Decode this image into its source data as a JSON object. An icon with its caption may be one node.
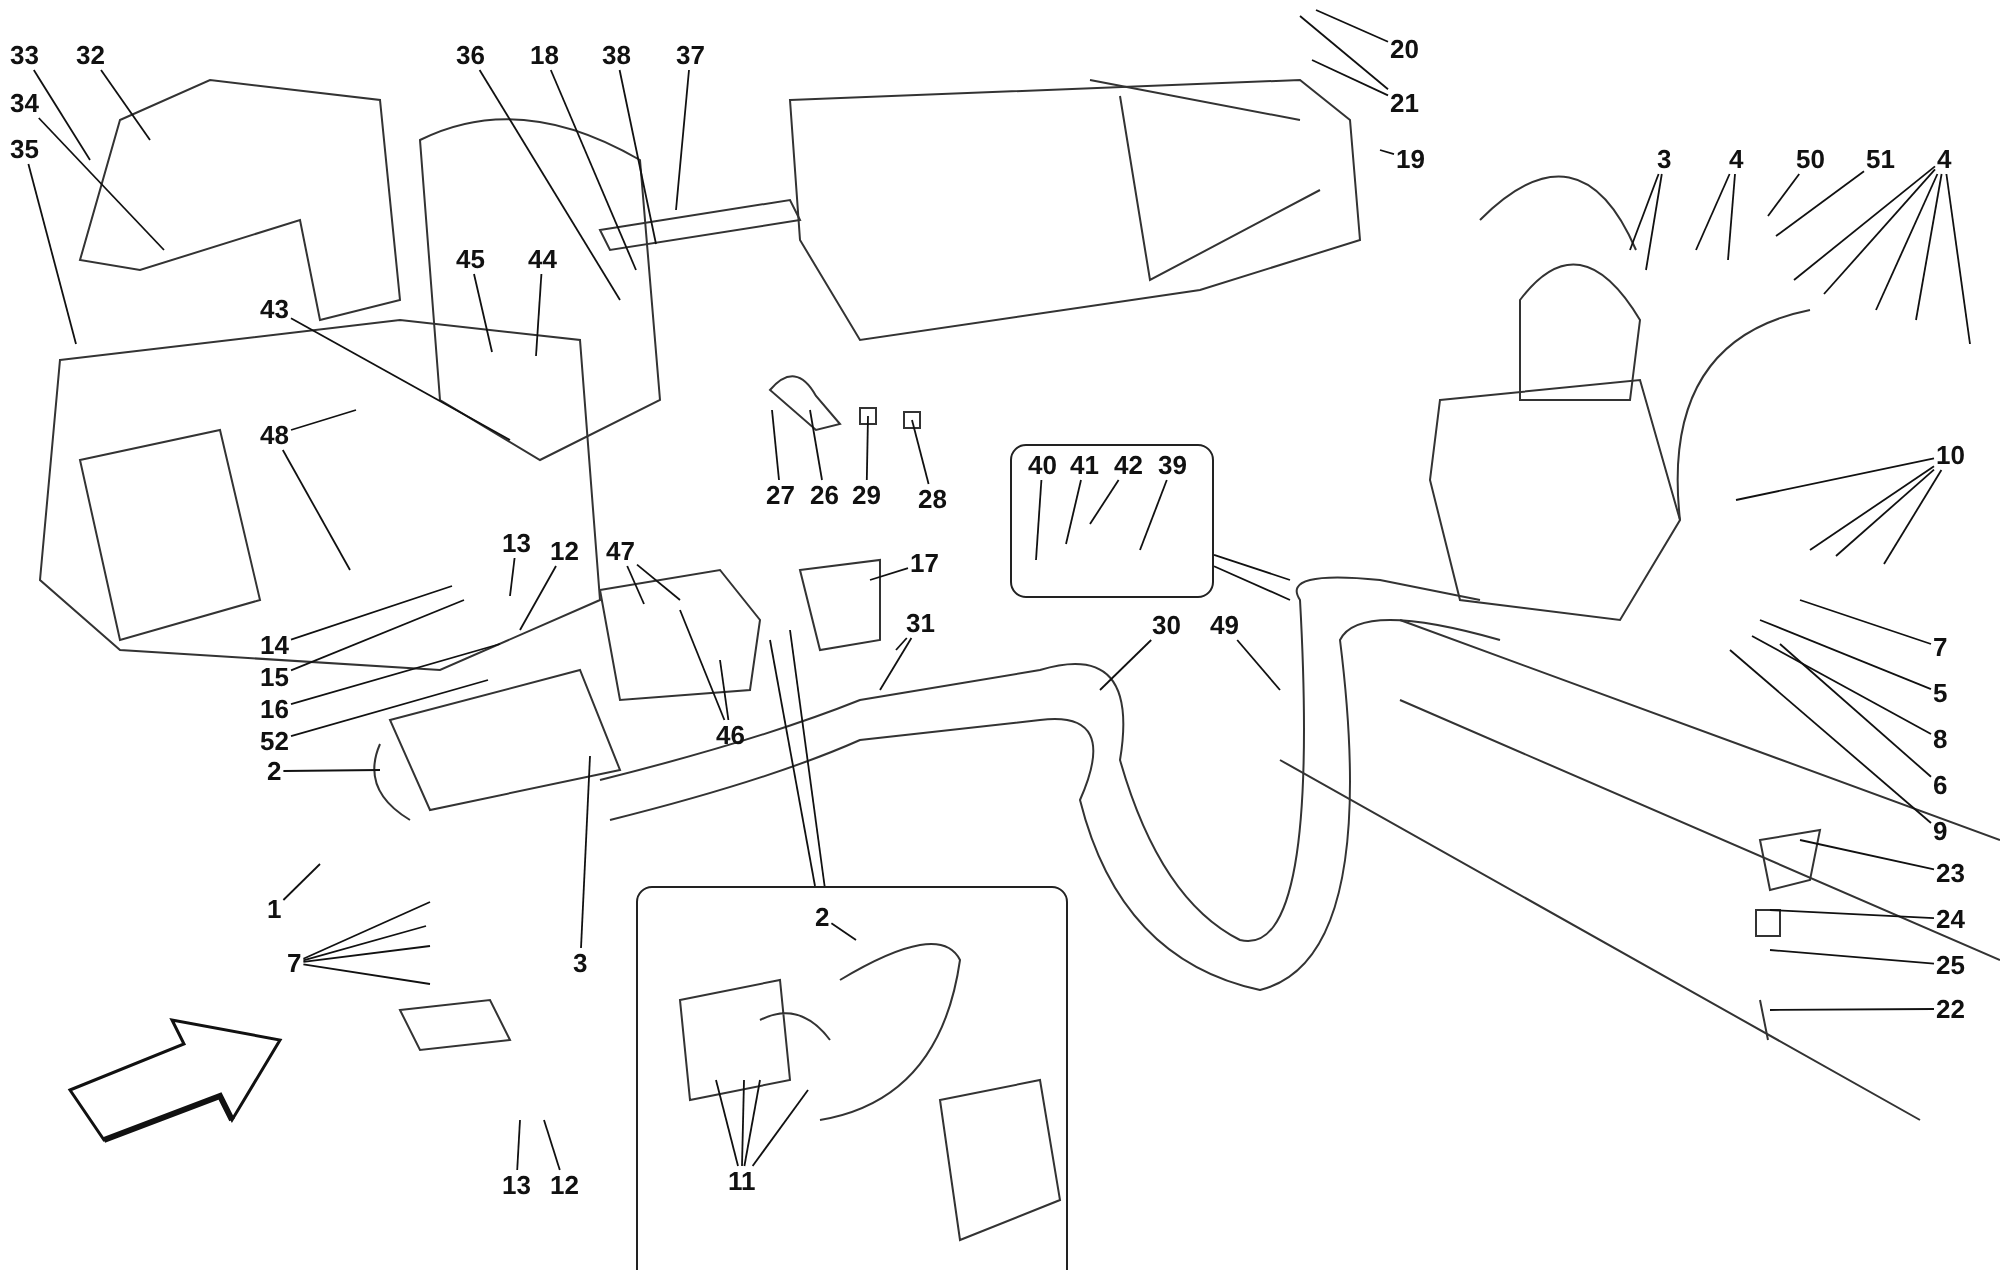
{
  "diagram": {
    "nodes": [
      {
        "text": [
          "33"
        ]
      },
      {
        "text": [
          "32"
        ]
      },
      {
        "text": [
          "34"
        ]
      },
      {
        "text": [
          "35"
        ]
      },
      {
        "text": [
          "36"
        ]
      },
      {
        "text": [
          "18"
        ]
      },
      {
        "text": [
          "38"
        ]
      },
      {
        "text": [
          "37"
        ]
      },
      {
        "text": [
          "20"
        ]
      },
      {
        "text": [
          "21"
        ]
      },
      {
        "text": [
          "19"
        ]
      },
      {
        "text": [
          "3"
        ]
      },
      {
        "text": [
          "4"
        ]
      },
      {
        "text": [
          "50"
        ]
      },
      {
        "text": [
          "51"
        ]
      },
      {
        "text": [
          "4"
        ]
      },
      {
        "text": [
          "45"
        ]
      },
      {
        "text": [
          "44"
        ]
      },
      {
        "text": [
          "43"
        ]
      },
      {
        "text": [
          "48"
        ]
      },
      {
        "text": [
          "10"
        ]
      },
      {
        "text": [],
        "shape": "box"
      },
      {
        "text": [
          "40"
        ],
        "in": 21
      },
      {
        "text": [
          "41"
        ],
        "in": 21
      },
      {
        "text": [
          "42"
        ],
        "in": 21
      },
      {
        "text": [
          "39"
        ],
        "in": 21
      },
      {
        "text": [
          "27"
        ]
      },
      {
        "text": [
          "26"
        ]
      },
      {
        "text": [
          "29"
        ]
      },
      {
        "text": [
          "28"
        ]
      },
      {
        "text": [
          "13"
        ]
      },
      {
        "text": [
          "12"
        ]
      },
      {
        "text": [
          "47"
        ]
      },
      {
        "text": [
          "17"
        ]
      },
      {
        "text": [
          "31"
        ]
      },
      {
        "text": [
          "30"
        ]
      },
      {
        "text": [
          "49"
        ]
      },
      {
        "text": [
          "14"
        ]
      },
      {
        "text": [
          "7"
        ]
      },
      {
        "text": [
          "15"
        ]
      },
      {
        "text": [
          "5"
        ]
      },
      {
        "text": [
          "16"
        ]
      },
      {
        "text": [
          "46"
        ]
      },
      {
        "text": [
          "8"
        ]
      },
      {
        "text": [
          "52"
        ]
      },
      {
        "text": [
          "2"
        ]
      },
      {
        "text": [
          "6"
        ]
      },
      {
        "text": [
          "9"
        ]
      },
      {
        "text": [
          "23"
        ]
      },
      {
        "text": [
          "1"
        ]
      },
      {
        "text": [],
        "shape": "box"
      },
      {
        "text": [
          "2"
        ],
        "in": 50
      },
      {
        "text": [
          "24"
        ]
      },
      {
        "text": [
          "7"
        ]
      },
      {
        "text": [
          "3"
        ]
      },
      {
        "text": [
          "25"
        ]
      },
      {
        "text": [
          "22"
        ]
      },
      {
        "text": [
          "11"
        ],
        "in": 50
      },
      {
        "text": [
          "13"
        ]
      },
      {
        "text": [
          "12"
        ]
      }
    ],
    "edges": [
      {
        "from": 0,
        "to": null,
        "arrow": "none"
      },
      {
        "from": 1,
        "to": null,
        "arrow": "none"
      },
      {
        "from": 2,
        "to": null,
        "arrow": "none"
      },
      {
        "from": 3,
        "to": null,
        "arrow": "none"
      },
      {
        "from": 4,
        "to": null,
        "arrow": "none"
      },
      {
        "from": 5,
        "to": null,
        "arrow": "none"
      },
      {
        "from": 6,
        "to": null,
        "arrow": "none"
      },
      {
        "from": 7,
        "to": null,
        "arrow": "none"
      },
      {
        "from": 8,
        "to": null,
        "arrow": "none"
      },
      {
        "from": 9,
        "to": null,
        "arrow": "none"
      },
      {
        "from": 9,
        "to": null,
        "arrow": "none"
      },
      {
        "from": 10,
        "to": null,
        "arrow": "none"
      },
      {
        "from": 11,
        "to": null,
        "arrow": "none"
      },
      {
        "from": 11,
        "to": null,
        "arrow": "none"
      },
      {
        "from": 12,
        "to": null,
        "arrow": "none"
      },
      {
        "from": 12,
        "to": null,
        "arrow": "none"
      },
      {
        "from": 13,
        "to": null,
        "arrow": "none"
      },
      {
        "from": 14,
        "to": null,
        "arrow": "none"
      },
      {
        "from": 15,
        "to": null,
        "arrow": "none"
      },
      {
        "from": 15,
        "to": null,
        "arrow": "none"
      },
      {
        "from": 15,
        "to": null,
        "arrow": "none"
      },
      {
        "from": 15,
        "to": null,
        "arrow": "none"
      },
      {
        "from": 15,
        "to": null,
        "arrow": "none"
      },
      {
        "from": 16,
        "to": null,
        "arrow": "none"
      },
      {
        "from": 17,
        "to": null,
        "arrow": "none"
      },
      {
        "from": 18,
        "to": null,
        "arrow": "none"
      },
      {
        "from": 19,
        "to": null,
        "arrow": "none"
      },
      {
        "from": 19,
        "to": null,
        "arrow": "none"
      },
      {
        "from": 20,
        "to": null,
        "arrow": "none"
      },
      {
        "from": 20,
        "to": null,
        "arrow": "none"
      },
      {
        "from": 20,
        "to": null,
        "arrow": "none"
      },
      {
        "from": 20,
        "to": null,
        "arrow": "none"
      },
      {
        "from": 21,
        "to": null,
        "arrow": "none"
      },
      {
        "from": 21,
        "to": null,
        "arrow": "none"
      },
      {
        "from": 22,
        "to": null,
        "arrow": "none"
      },
      {
        "from": 23,
        "to": null,
        "arrow": "none"
      },
      {
        "from": 24,
        "to": null,
        "arrow": "none"
      },
      {
        "from": 25,
        "to": null,
        "arrow": "none"
      },
      {
        "from": 26,
        "to": null,
        "arrow": "none"
      },
      {
        "from": 27,
        "to": null,
        "arrow": "none"
      },
      {
        "from": 28,
        "to": null,
        "arrow": "none"
      },
      {
        "from": 29,
        "to": null,
        "arrow": "none"
      },
      {
        "from": 30,
        "to": null,
        "arrow": "none"
      },
      {
        "from": 31,
        "to": null,
        "arrow": "none"
      },
      {
        "from": 32,
        "to": null,
        "arrow": "none"
      },
      {
        "from": 32,
        "to": null,
        "arrow": "none"
      },
      {
        "from": 33,
        "to": null,
        "arrow": "none"
      },
      {
        "from": 34,
        "to": null,
        "arrow": "none"
      },
      {
        "from": 34,
        "to": null,
        "arrow": "none"
      },
      {
        "from": 35,
        "to": null,
        "arrow": "none"
      },
      {
        "from": 36,
        "to": null,
        "arrow": "none"
      },
      {
        "from": 37,
        "to": null,
        "arrow": "none"
      },
      {
        "from": 38,
        "to": null,
        "arrow": "none"
      },
      {
        "from": 39,
        "to": null,
        "arrow": "none"
      },
      {
        "from": 40,
        "to": null,
        "arrow": "none"
      },
      {
        "from": 41,
        "to": null,
        "arrow": "none"
      },
      {
        "from": 42,
        "to": null,
        "arrow": "none"
      },
      {
        "from": 42,
        "to": null,
        "arrow": "none"
      },
      {
        "from": 43,
        "to": null,
        "arrow": "none"
      },
      {
        "from": 44,
        "to": null,
        "arrow": "none"
      },
      {
        "from": 45,
        "to": null,
        "arrow": "none"
      },
      {
        "from": 46,
        "to": null,
        "arrow": "none"
      },
      {
        "from": 47,
        "to": null,
        "arrow": "none"
      },
      {
        "from": 48,
        "to": null,
        "arrow": "none"
      },
      {
        "from": 49,
        "to": null,
        "arrow": "none"
      },
      {
        "from": 50,
        "to": null,
        "arrow": "none"
      },
      {
        "from": 50,
        "to": null,
        "arrow": "none"
      },
      {
        "from": 51,
        "to": null,
        "arrow": "none"
      },
      {
        "from": 52,
        "to": null,
        "arrow": "none"
      },
      {
        "from": 53,
        "to": null,
        "arrow": "none"
      },
      {
        "from": 53,
        "to": null,
        "arrow": "none"
      },
      {
        "from": 53,
        "to": null,
        "arrow": "none"
      },
      {
        "from": 53,
        "to": null,
        "arrow": "none"
      },
      {
        "from": 54,
        "to": null,
        "arrow": "none"
      },
      {
        "from": 55,
        "to": null,
        "arrow": "none"
      },
      {
        "from": 56,
        "to": null,
        "arrow": "none"
      },
      {
        "from": 57,
        "to": null,
        "arrow": "none"
      },
      {
        "from": 57,
        "to": null,
        "arrow": "none"
      },
      {
        "from": 57,
        "to": null,
        "arrow": "none"
      },
      {
        "from": 57,
        "to": null,
        "arrow": "none"
      },
      {
        "from": 58,
        "to": null,
        "arrow": "none"
      },
      {
        "from": 59,
        "to": null,
        "arrow": "none"
      }
    ]
  }
}
